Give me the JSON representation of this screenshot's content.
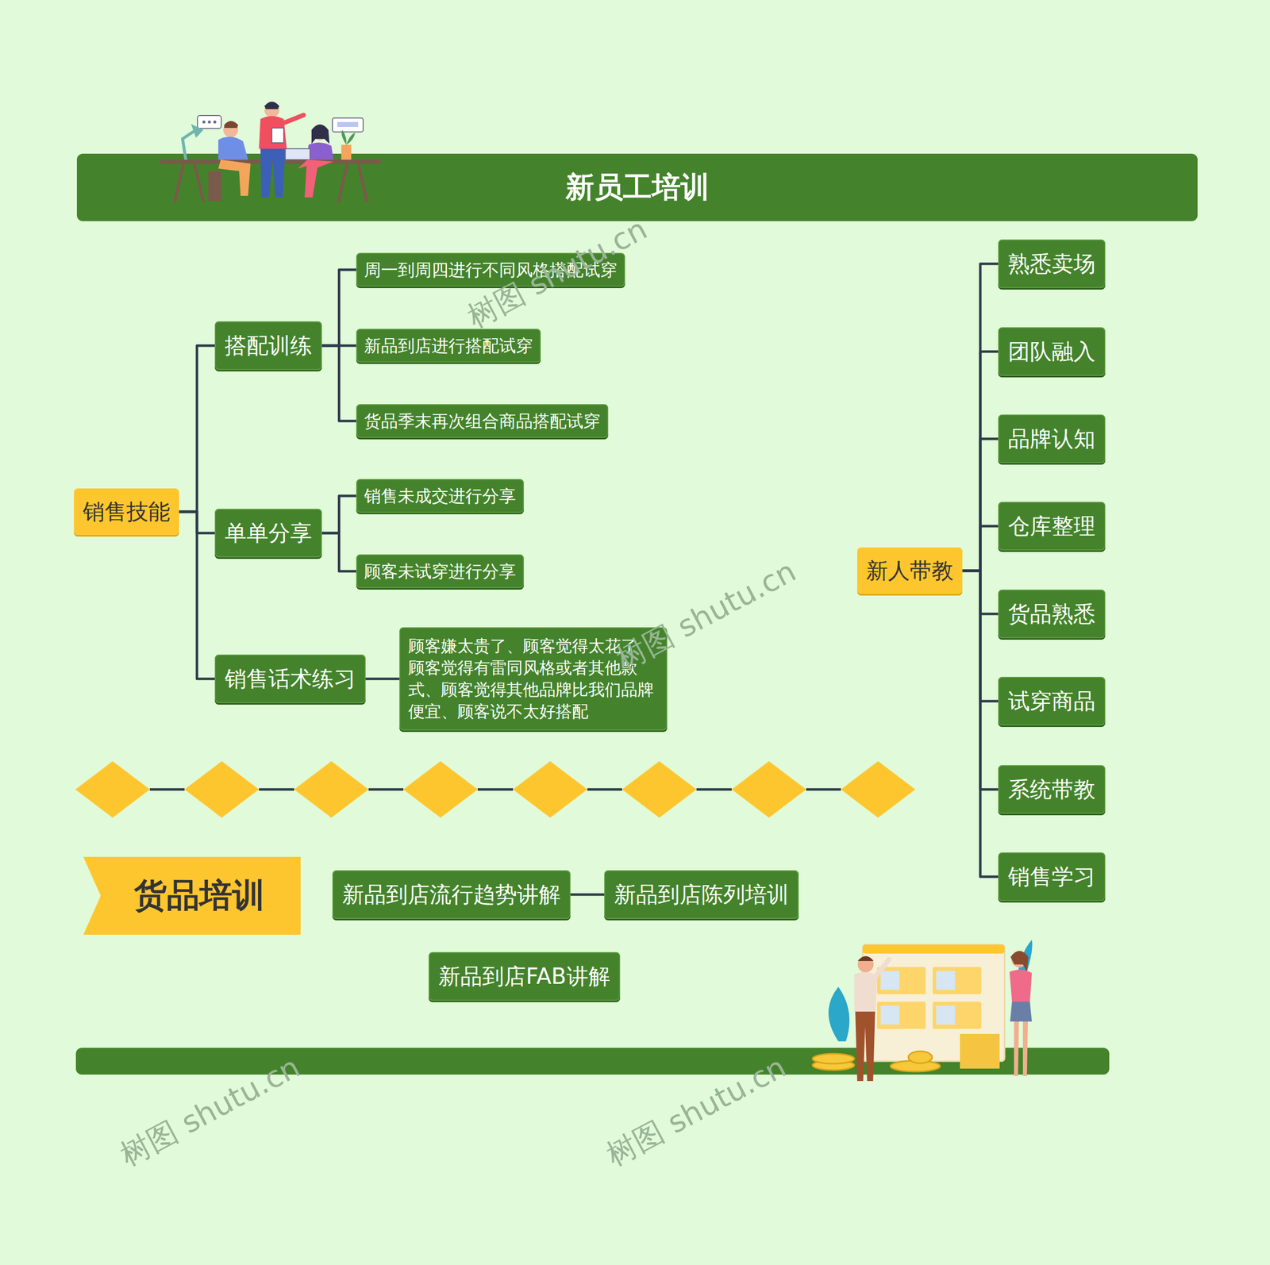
{
  "diagram": {
    "title": "新员工培训",
    "nodes": [
      {
        "text": [
          "销售技能"
        ]
      },
      {
        "text": [
          "搭配训练"
        ]
      },
      {
        "text": [
          "周一到周四进行不同风格搭配试穿"
        ]
      },
      {
        "text": [
          "新品到店进行搭配试穿"
        ]
      },
      {
        "text": [
          "货品季末再次组合商品搭配试穿"
        ]
      },
      {
        "text": [
          "单单分享"
        ]
      },
      {
        "text": [
          "销售未成交进行分享"
        ]
      },
      {
        "text": [
          "顾客未试穿进行分享"
        ]
      },
      {
        "text": [
          "销售话术练习"
        ]
      },
      {
        "text": [
          "顾客嫌太贵了、顾客觉得太花了、顾客觉得有雷同风格或者其他款式、顾客觉得其他品牌比我们品牌便宜、顾客说不太好搭配"
        ]
      },
      {
        "text": [
          "新人带教"
        ]
      },
      {
        "text": [
          "熟悉卖场"
        ]
      },
      {
        "text": [
          "团队融入"
        ]
      },
      {
        "text": [
          "品牌认知"
        ]
      },
      {
        "text": [
          "仓库整理"
        ]
      },
      {
        "text": [
          "货品熟悉"
        ]
      },
      {
        "text": [
          "试穿商品"
        ]
      },
      {
        "text": [
          "系统带教"
        ]
      },
      {
        "text": [
          "销售学习"
        ]
      },
      {
        "text": [
          "货品培训"
        ]
      },
      {
        "text": [
          "新品到店流行趋势讲解"
        ]
      },
      {
        "text": [
          "新品到店陈列培训"
        ]
      },
      {
        "text": [
          "新品到店FAB讲解"
        ]
      }
    ],
    "edges": [
      {
        "from": 0,
        "to": 1,
        "arrow": "none"
      },
      {
        "from": 0,
        "to": 5,
        "arrow": "none"
      },
      {
        "from": 0,
        "to": 8,
        "arrow": "none"
      },
      {
        "from": 1,
        "to": 2,
        "arrow": "none"
      },
      {
        "from": 1,
        "to": 3,
        "arrow": "none"
      },
      {
        "from": 1,
        "to": 4,
        "arrow": "none"
      },
      {
        "from": 5,
        "to": 6,
        "arrow": "none"
      },
      {
        "from": 5,
        "to": 7,
        "arrow": "none"
      },
      {
        "from": 8,
        "to": 9,
        "arrow": "none"
      },
      {
        "from": 10,
        "to": 11,
        "arrow": "none"
      },
      {
        "from": 10,
        "to": 12,
        "arrow": "none"
      },
      {
        "from": 10,
        "to": 13,
        "arrow": "none"
      },
      {
        "from": 10,
        "to": 14,
        "arrow": "none"
      },
      {
        "from": 10,
        "to": 15,
        "arrow": "none"
      },
      {
        "from": 10,
        "to": 16,
        "arrow": "none"
      },
      {
        "from": 10,
        "to": 17,
        "arrow": "none"
      },
      {
        "from": 10,
        "to": 18,
        "arrow": "none"
      },
      {
        "from": 20,
        "to": 21,
        "arrow": "none"
      }
    ],
    "labels": [
      "树图 shutu.cn",
      "树图 shutu.cn",
      "树图 shutu.cn",
      "树图 shutu.cn"
    ]
  }
}
